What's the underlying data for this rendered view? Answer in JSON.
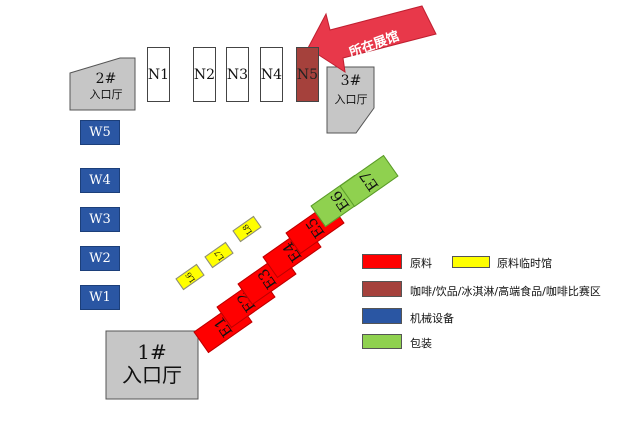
{
  "north_halls": [
    {
      "label": "N1",
      "here": false
    },
    {
      "label": "N2",
      "here": false
    },
    {
      "label": "N3",
      "here": false
    },
    {
      "label": "N4",
      "here": false
    },
    {
      "label": "N5",
      "here": true
    }
  ],
  "west_halls": [
    "W5",
    "W4",
    "W3",
    "W2",
    "W1"
  ],
  "east_red_halls": [
    "E1",
    "E2",
    "E3",
    "E4",
    "E5"
  ],
  "east_green_halls": [
    "E6",
    "E7"
  ],
  "temp_halls": [
    "L6",
    "L7",
    "L8"
  ],
  "entrances": {
    "entrance_1": {
      "number": "1#",
      "name": "入口厅"
    },
    "entrance_2": {
      "number": "2#",
      "name": "入口厅"
    },
    "entrance_3": {
      "number": "3#",
      "name": "入口厅"
    }
  },
  "current_location_label": "所在展馆",
  "legend": {
    "raw_materials": {
      "label": "原料",
      "color": "#ff0000"
    },
    "raw_temp": {
      "label": "原料临时馆",
      "color": "#ffff00"
    },
    "coffee": {
      "label": "咖啡/饮品/冰淇淋/高端食品/咖啡比赛区",
      "color": "#a5413c"
    },
    "machinery": {
      "label": "机械设备",
      "color": "#2a56a3"
    },
    "packaging": {
      "label": "包装",
      "color": "#8fd14f"
    }
  }
}
